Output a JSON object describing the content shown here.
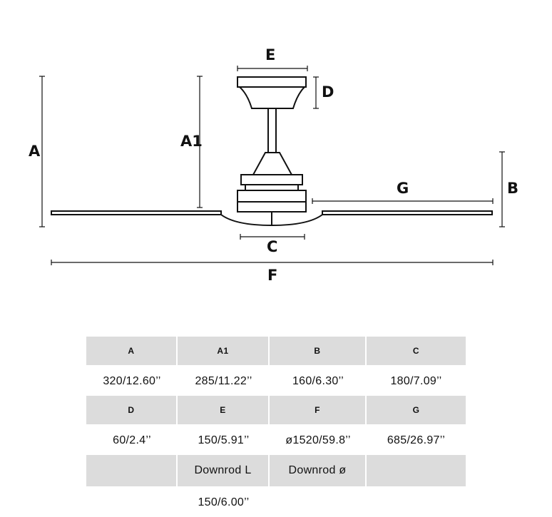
{
  "diagram": {
    "labels": {
      "A": "A",
      "A1": "A1",
      "B": "B",
      "C": "C",
      "D": "D",
      "E": "E",
      "F": "F",
      "G": "G"
    },
    "line_color": "#111111"
  },
  "table": {
    "header_bg": "#dcdcdc",
    "row1_headers": [
      "A",
      "A1",
      "B",
      "C"
    ],
    "row1_values": [
      "320/12.60’’",
      "285/11.22’’",
      "160/6.30’’",
      "180/7.09’’"
    ],
    "row2_headers": [
      "D",
      "E",
      "F",
      "G"
    ],
    "row2_values": [
      "60/2.4’’",
      "150/5.91’’",
      "ø1520/59.8’’",
      "685/26.97’’"
    ],
    "row3_headers": [
      "",
      "Downrod L",
      "Downrod ø",
      ""
    ],
    "row3_values": [
      "",
      "150/6.00’’",
      "",
      ""
    ]
  }
}
